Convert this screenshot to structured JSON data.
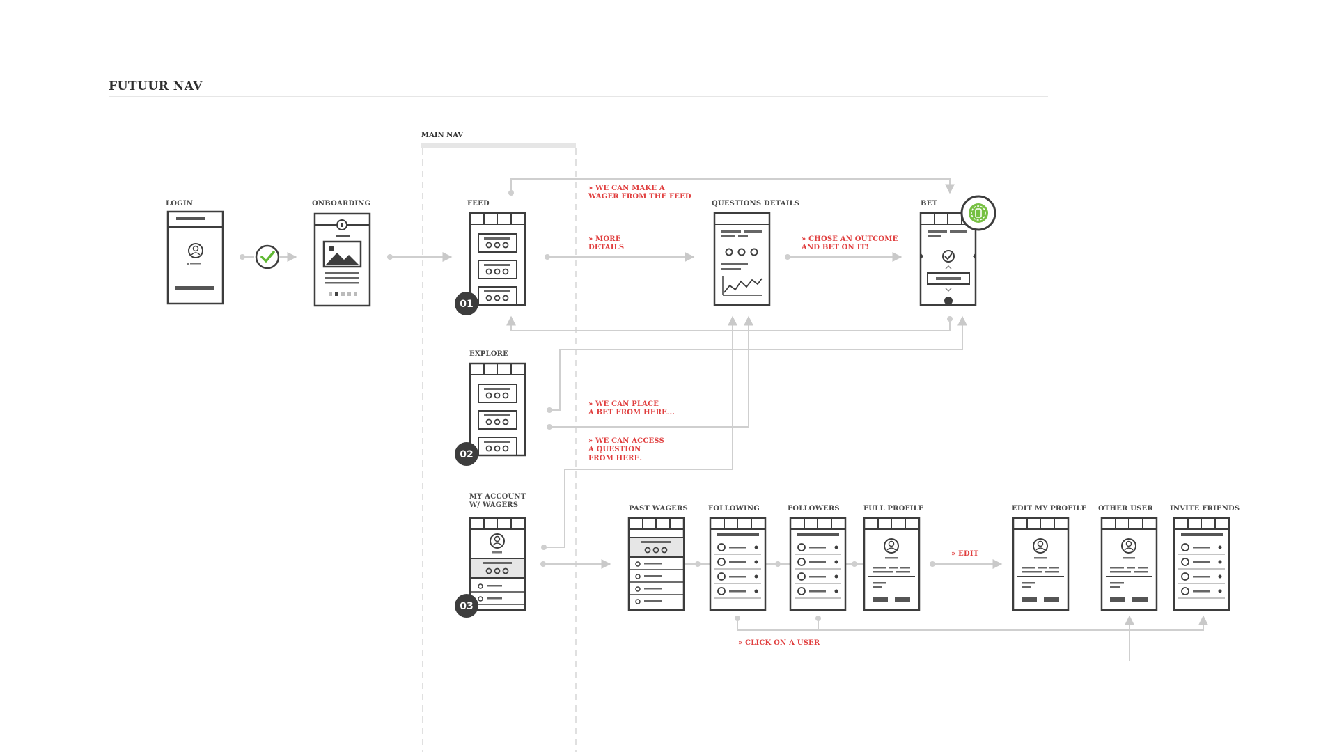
{
  "title": "FUTUUR NAV",
  "main_nav_label": "MAIN NAV",
  "screens": {
    "login": "LOGIN",
    "onboarding": "ONBOARDING",
    "feed": "FEED",
    "questions_details": "QUESTIONS DETAILS",
    "bet": "BET",
    "explore": "EXPLORE",
    "my_account_line1": "MY ACCOUNT",
    "my_account_line2": "W/ WAGERS",
    "past_wagers": "PAST WAGERS",
    "following": "FOLLOWING",
    "followers": "FOLLOWERS",
    "full_profile": "FULL PROFILE",
    "edit_my_profile": "EDIT MY PROFILE",
    "other_user": "OTHER USER",
    "invite_friends": "INVITE FRIENDS"
  },
  "notes": {
    "wager_from_feed_1": "» WE CAN MAKE A",
    "wager_from_feed_2": "WAGER FROM THE FEED",
    "more_details_1": "» MORE",
    "more_details_2": "DETAILS",
    "chose_outcome_1": "» CHOSE AN OUTCOME",
    "chose_outcome_2": "AND BET ON IT!",
    "place_bet_1": "» WE CAN PLACE",
    "place_bet_2": "A BET FROM HERE...",
    "access_question_1": "» WE CAN ACCESS",
    "access_question_2": "A QUESTION",
    "access_question_3": "FROM HERE.",
    "edit": "» EDIT",
    "click_on_user": "» CLICK ON  A USER"
  },
  "badges": {
    "feed": "01",
    "explore": "02",
    "my_account": "03"
  },
  "colors": {
    "accent_red": "#e03e3e",
    "check_green": "#5fb832",
    "dark": "#3d3d3d",
    "connector_gray": "#cfcfcf",
    "coin_green": "#77c043"
  }
}
